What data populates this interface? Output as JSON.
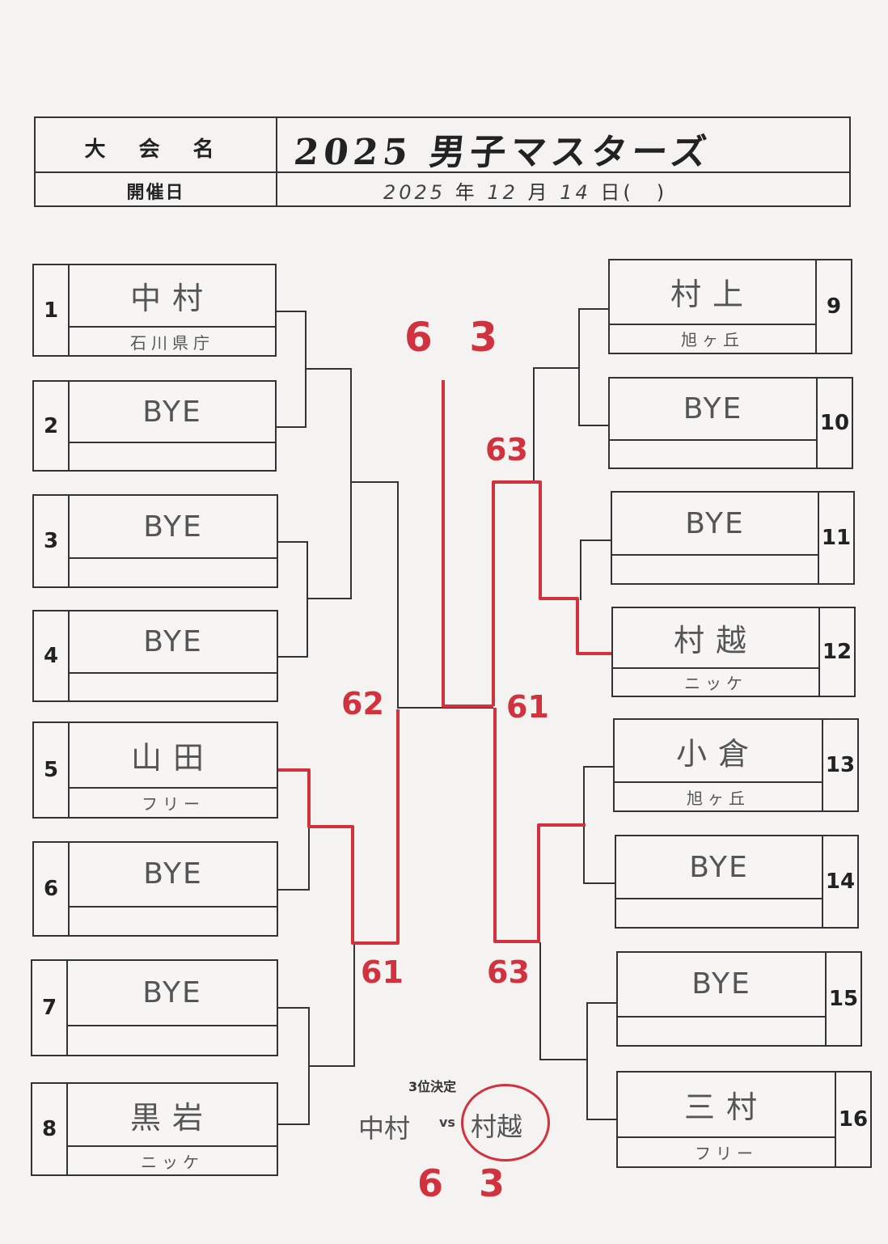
{
  "header": {
    "label_event": "大 会 名",
    "event_name": "2025 男子マスターズ",
    "label_date": "開催日",
    "date_year": "2025",
    "date_year_unit": "年",
    "date_month": "12",
    "date_month_unit": "月",
    "date_day": "14",
    "date_day_unit": "日(　)"
  },
  "players": [
    {
      "num": "1",
      "name": "中村",
      "club": "石川県庁"
    },
    {
      "num": "2",
      "name": "BYE",
      "club": ""
    },
    {
      "num": "3",
      "name": "BYE",
      "club": ""
    },
    {
      "num": "4",
      "name": "BYE",
      "club": ""
    },
    {
      "num": "5",
      "name": "山田",
      "club": "フリー"
    },
    {
      "num": "6",
      "name": "BYE",
      "club": ""
    },
    {
      "num": "7",
      "name": "BYE",
      "club": ""
    },
    {
      "num": "8",
      "name": "黒岩",
      "club": "ニッケ"
    },
    {
      "num": "9",
      "name": "村上",
      "club": "旭ヶ丘"
    },
    {
      "num": "10",
      "name": "BYE",
      "club": ""
    },
    {
      "num": "11",
      "name": "BYE",
      "club": ""
    },
    {
      "num": "12",
      "name": "村越",
      "club": "ニッケ"
    },
    {
      "num": "13",
      "name": "小倉",
      "club": "旭ヶ丘"
    },
    {
      "num": "14",
      "name": "BYE",
      "club": ""
    },
    {
      "num": "15",
      "name": "BYE",
      "club": ""
    },
    {
      "num": "16",
      "name": "三村",
      "club": "フリー"
    }
  ],
  "scores": {
    "final": "6 3",
    "left_semi": "62",
    "right_semi": "61",
    "left_qf_bottom": "61",
    "right_qf_top": "63",
    "right_qf_bottom": "63",
    "third_place": "6 3"
  },
  "third_place": {
    "label": "3位決定",
    "player_a": "中村",
    "vs": "vs",
    "player_b": "村越"
  },
  "colors": {
    "winner_line": "#d2323e",
    "bracket_line": "#333333",
    "paper": "#f4f3f1"
  }
}
